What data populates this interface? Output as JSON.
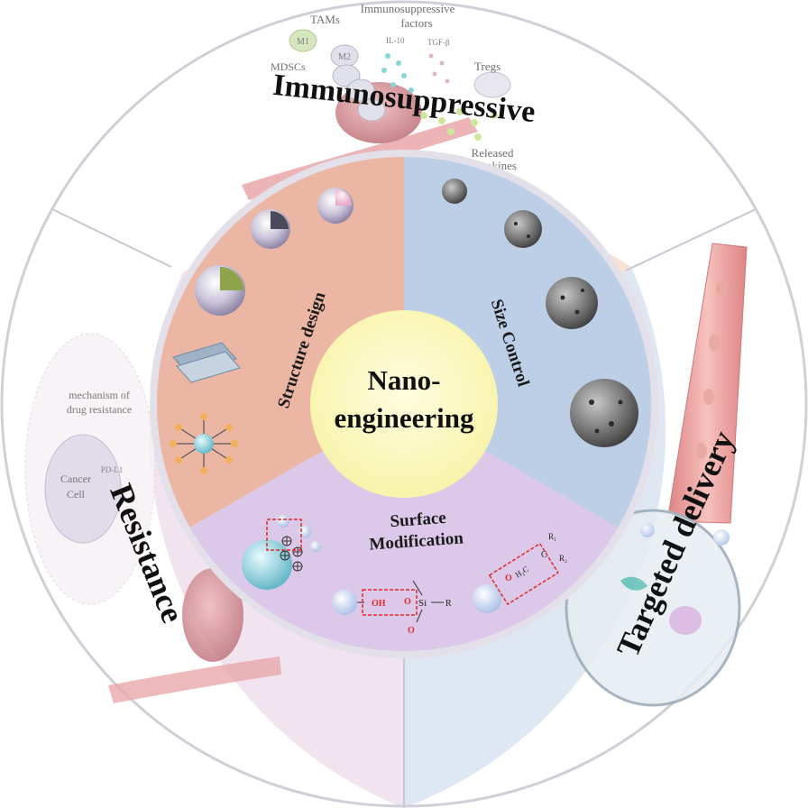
{
  "outer": {
    "immunosuppressive": "Immunosuppressive",
    "targeted_delivery": "Targeted delivery",
    "resistance": "Resistance"
  },
  "immuno_labels": {
    "factors_line1": "Immunosuppressive",
    "factors_line2": "factors",
    "tams": "TAMs",
    "m1": "M1",
    "m2": "M2",
    "mdscs": "MDSCs",
    "il10": "IL-10",
    "tgfb": "TGF-β",
    "tregs": "Tregs",
    "released_line1": "Released",
    "released_line2": "cytokines"
  },
  "resistance_labels": {
    "line1": "mechanism of",
    "line2": "drug resistance",
    "cancer": "Cancer",
    "cell": "Cell",
    "pdl1": "PD-L1"
  },
  "inner": {
    "structure_design": "Structure design",
    "size_control": "Size  Control",
    "surface_line1": "Surface",
    "surface_line2": "Modification"
  },
  "center": {
    "line1": "Nano-",
    "line2": "engineering"
  },
  "chem": {
    "oh": "OH",
    "o": "O",
    "si": "Si",
    "r": "R",
    "h2c": "H₂C",
    "c": "C",
    "r1": "R₁",
    "r2": "R₂"
  },
  "colors": {
    "immuno_bg": "#f6e2d4",
    "targeted_bg": "#dde6f3",
    "resistance_bg": "#f0e2ee",
    "structure_bg": "#eab3a0",
    "size_bg": "#b8cde6",
    "surface_bg": "#d8c4e6",
    "center_bg": "#fbf8c0",
    "ring_border": "#cfcfd8"
  }
}
